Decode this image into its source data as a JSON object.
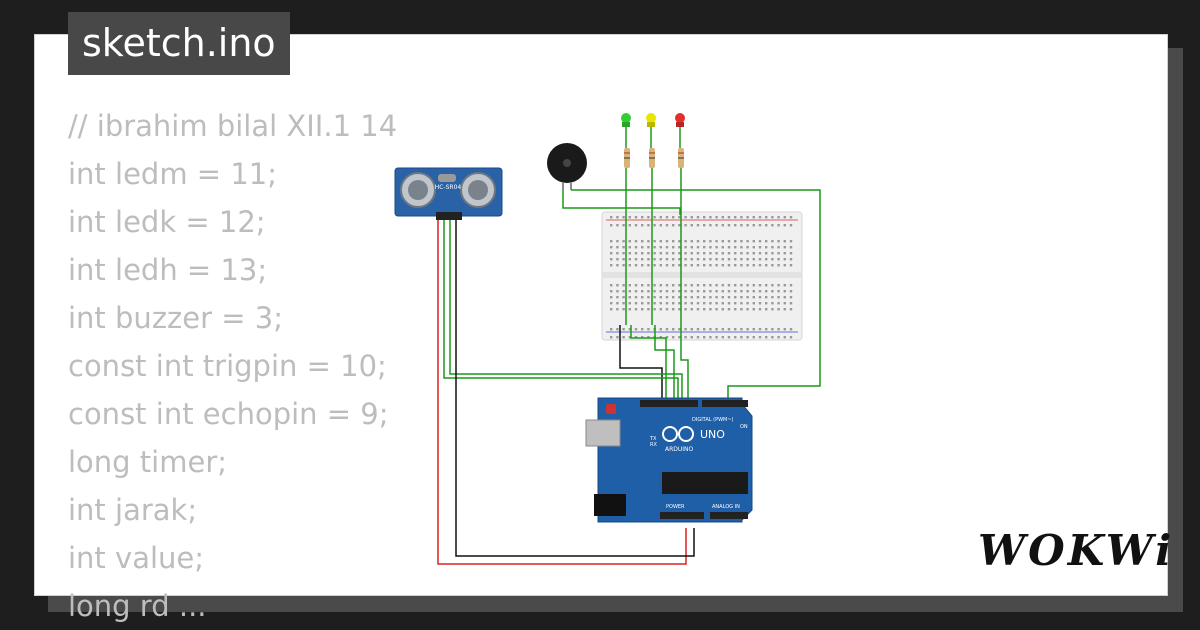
{
  "tab": {
    "filename": "sketch.ino"
  },
  "code": {
    "lines": [
      "// ibrahim bilal XII.1 14",
      "int ledm = 11;",
      "int ledk = 12;",
      "int ledh = 13;",
      "int buzzer = 3;",
      "const int trigpin = 10;",
      "const int echopin = 9;",
      "long timer;",
      "int jarak;",
      "int value;",
      "long rd ..."
    ]
  },
  "components": {
    "sensor_label": "HC-SR04",
    "board_label": "UNO",
    "board_brand": "ARDUINO",
    "board_header_label": "DIGITAL (PWM~)",
    "board_power_label": "POWER",
    "board_analog_label": "ANALOG IN",
    "board_on_label": "ON",
    "board_tx_label": "TX",
    "board_rx_label": "RX",
    "led_colors": [
      "#33cc33",
      "#e6e600",
      "#e62e2e"
    ]
  },
  "logo": {
    "text": "WOKWi"
  },
  "colors": {
    "background": "#1e1e1e",
    "card": "#ffffff",
    "tab": "#484848",
    "code_text": "#bdbdbd",
    "board": "#1f5fa8",
    "wire_green": "#1a9a1a",
    "wire_red": "#dd2222",
    "wire_black": "#111111"
  }
}
